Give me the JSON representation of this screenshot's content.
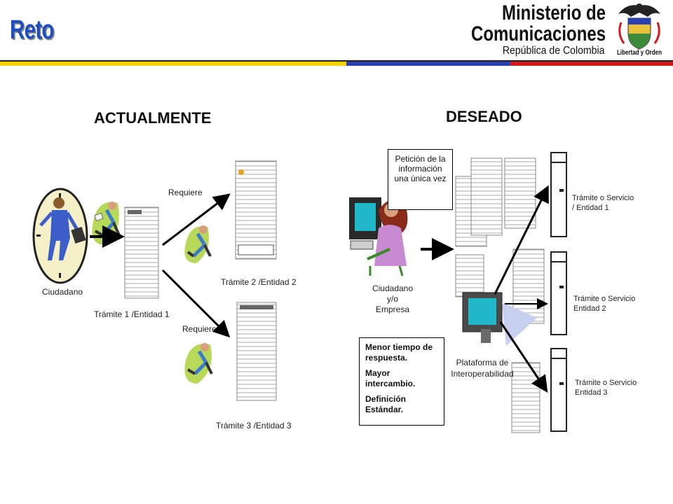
{
  "header": {
    "title": "Reto",
    "ministry_line1": "Ministerio de",
    "ministry_line2": "Comunicaciones",
    "ministry_line3": "República de Colombia",
    "seal_motto": "Libertad y Orden",
    "bar_colors": [
      "#f5d200",
      "#2b3fb0",
      "#d21a1a"
    ]
  },
  "left": {
    "heading": "ACTUALMENTE",
    "citizen_label": "Ciudadano",
    "tramite1": "Trámite  1 /Entidad 1",
    "requiere_top": "Requiere",
    "requiere_bottom": "Requiere",
    "tramite2": "Trámite 2 /Entidad 2",
    "tramite3": "Trámite  3 /Entidad 3"
  },
  "right": {
    "heading": "DESEADO",
    "peticion": "Petición de la información una única vez",
    "citizen_label_1": "Ciudadano",
    "citizen_label_2": "y/o",
    "citizen_label_3": "Empresa",
    "platform_label_1": "Plataforma de",
    "platform_label_2": "Interoperabilidad",
    "benefits": [
      "Menor tiempo de respuesta.",
      "Mayor intercambio.",
      "Definición Estándar."
    ],
    "service1_1": "Trámite o Servicio",
    "service1_2": "/ Entidad 1",
    "service2_1": "Trámite o Servicio",
    "service2_2": "Entidad 2",
    "service3_1": "Trámite o Servicio",
    "service3_2": "Entidad 3"
  }
}
